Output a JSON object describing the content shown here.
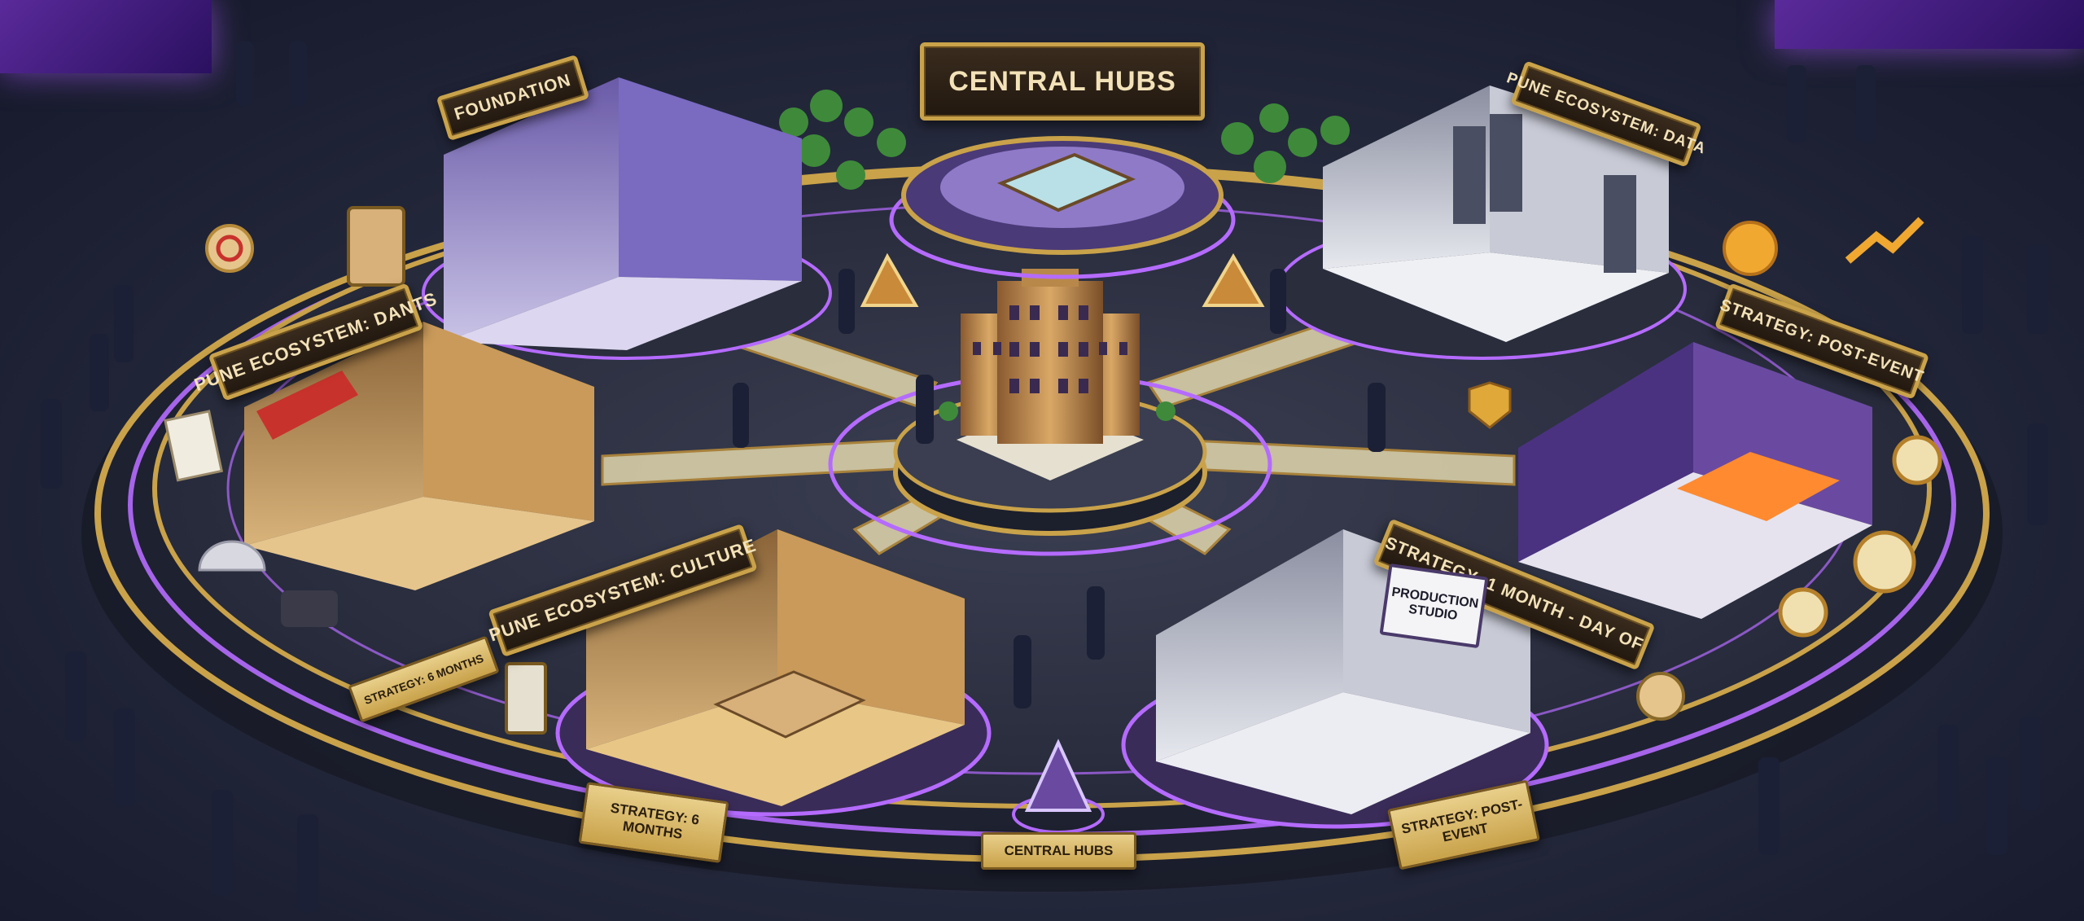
{
  "signs": {
    "central_hubs_top": "Central Hubs",
    "foundation": "Foundation",
    "pune_data": "Pune Ecosystem: Data",
    "pune_dants": "Pune Ecosystem: Dants",
    "strategy_post_event_right": "Strategy: Post-Event",
    "pune_culture": "Pune Ecosystem: Culture",
    "strategy_1_month": "Strategy: 1 Month - Day Of",
    "strategy_6_months_arrow": "Strategy: 6 Months",
    "strategy_6_months_plaque": "Strategy: 6 Months",
    "central_hubs_bottom": "Central Hubs",
    "strategy_post_event_bottom": "Strategy: Post-Event",
    "production_studio": "Production Studio"
  },
  "colors": {
    "neon": "#b56bff",
    "gold": "#c9a24a",
    "platform": "#2c2f3e"
  }
}
